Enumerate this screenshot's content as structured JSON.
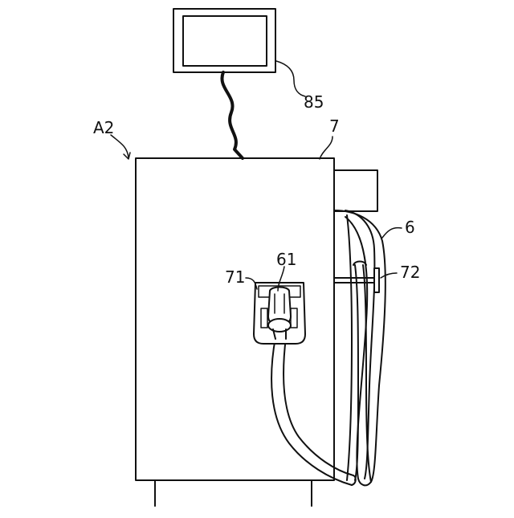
{
  "labels": {
    "display": "85",
    "apparatus": "A2",
    "housing": "7",
    "cable": "6",
    "nozzle": "61",
    "holder": "71",
    "hook": "72"
  }
}
